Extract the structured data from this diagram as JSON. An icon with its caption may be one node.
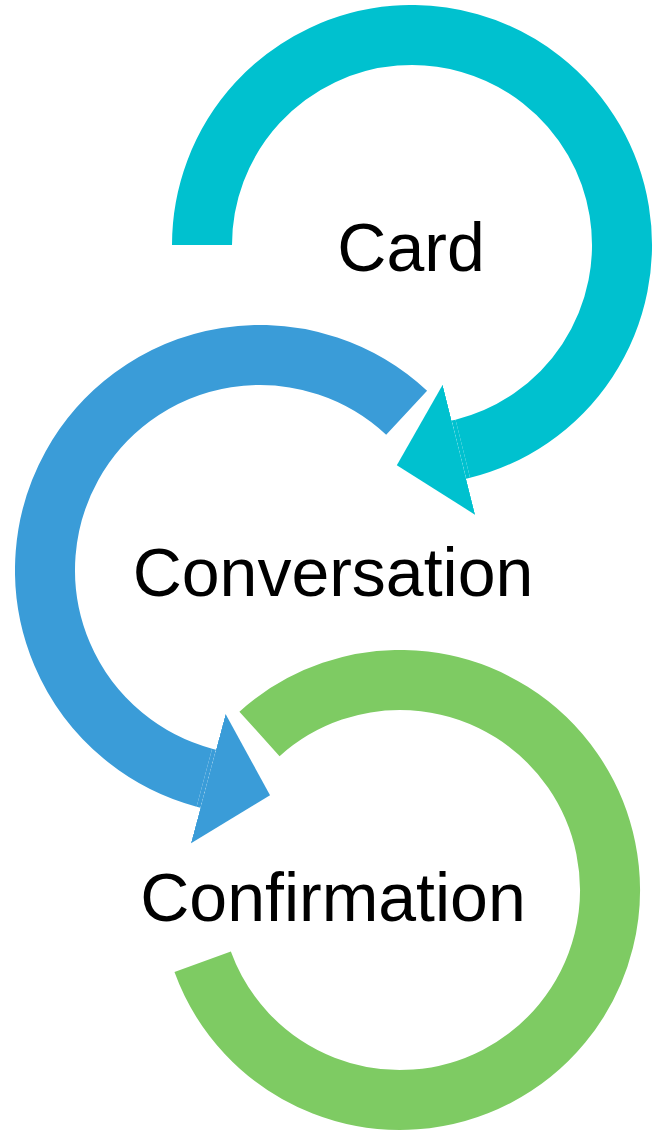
{
  "diagram": {
    "nodes": [
      {
        "text": [
          "Card"
        ]
      },
      {
        "text": [
          "Conversation"
        ]
      },
      {
        "text": [
          "Confirmation"
        ]
      }
    ],
    "edges": [
      {
        "from": 0,
        "to": 1,
        "arrow": "to",
        "color": "#00c1cf"
      },
      {
        "from": 1,
        "to": 2,
        "arrow": "to",
        "color": "#3a9cd8"
      }
    ]
  }
}
